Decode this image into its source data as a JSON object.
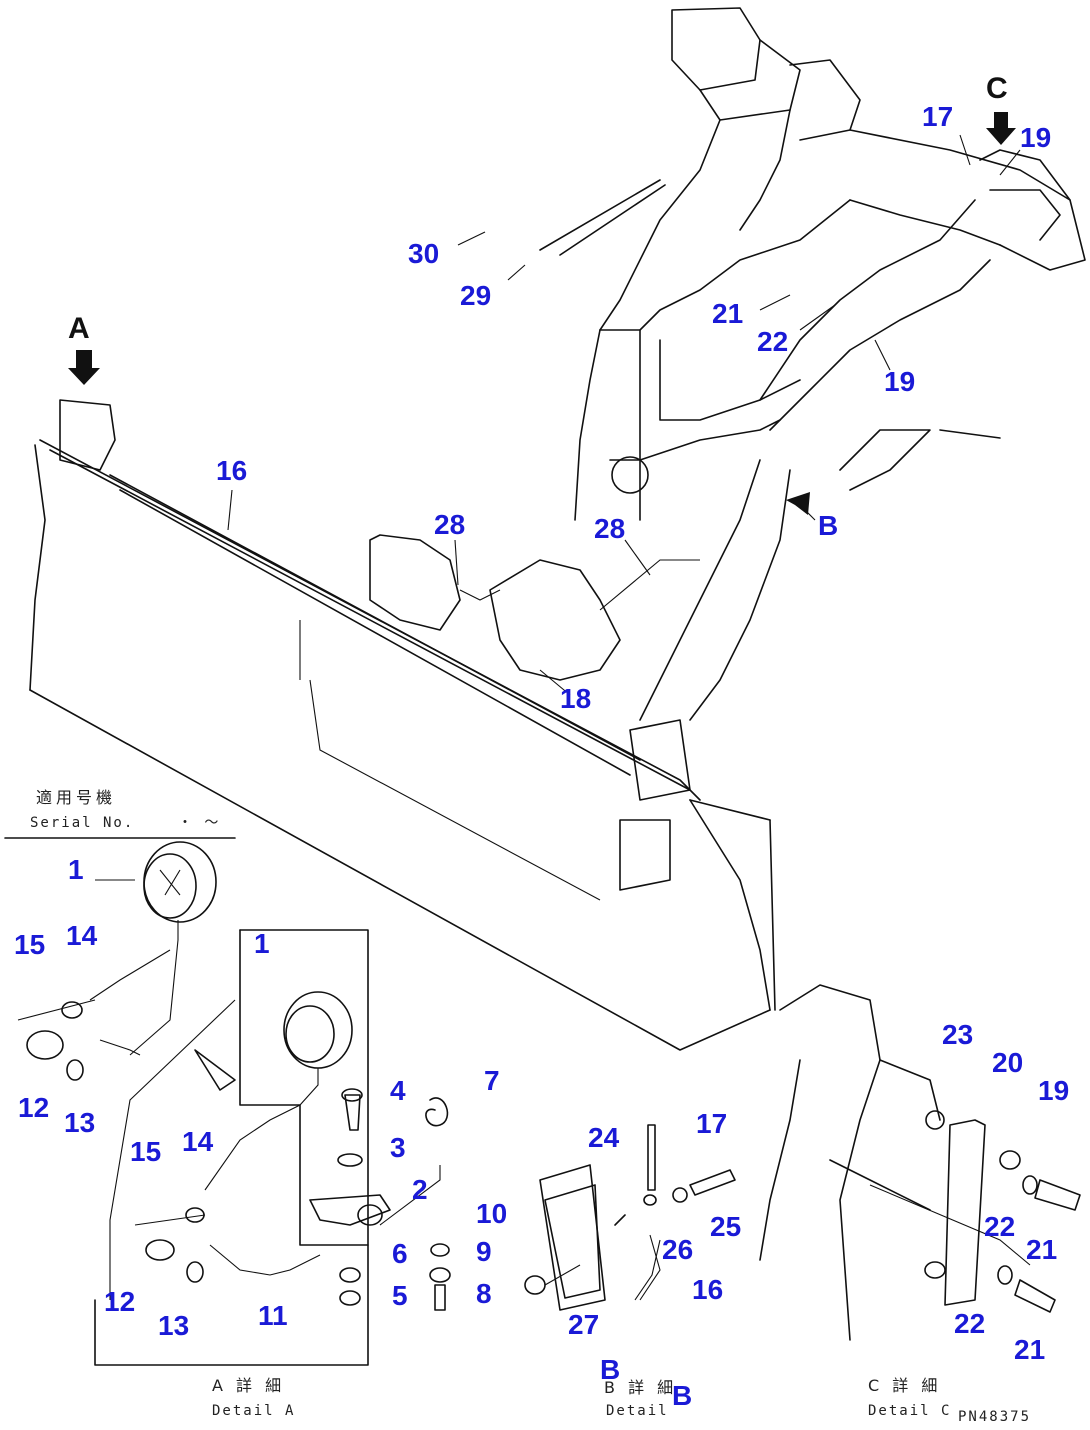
{
  "view_markers": {
    "a": "A",
    "b": "B",
    "c": "C"
  },
  "main_callouts": [
    "16",
    "17",
    "19",
    "30",
    "29",
    "21",
    "22",
    "19",
    "28",
    "28",
    "18"
  ],
  "serial": {
    "title_jp": "適用号機",
    "title_en": "Serial No.",
    "range": "・ ～"
  },
  "detail_a": {
    "callouts": [
      "1",
      "15",
      "14",
      "12",
      "13",
      "1",
      "15",
      "14",
      "12",
      "13",
      "11",
      "4",
      "3",
      "2",
      "6",
      "5",
      "7",
      "10",
      "9",
      "8"
    ],
    "caption_jp": "A 詳 細",
    "caption_en": "Detail A"
  },
  "detail_b": {
    "callouts": [
      "24",
      "17",
      "25",
      "26",
      "16",
      "27"
    ],
    "caption_jp": "B 詳 細",
    "caption_en": "Detail",
    "letter_left": "B",
    "letter_right": "B"
  },
  "detail_c": {
    "callouts": [
      "23",
      "20",
      "19",
      "22",
      "21",
      "22",
      "21"
    ],
    "caption_jp": "C 詳 細",
    "caption_en": "Detail C"
  },
  "drawing_code": "PN48375"
}
